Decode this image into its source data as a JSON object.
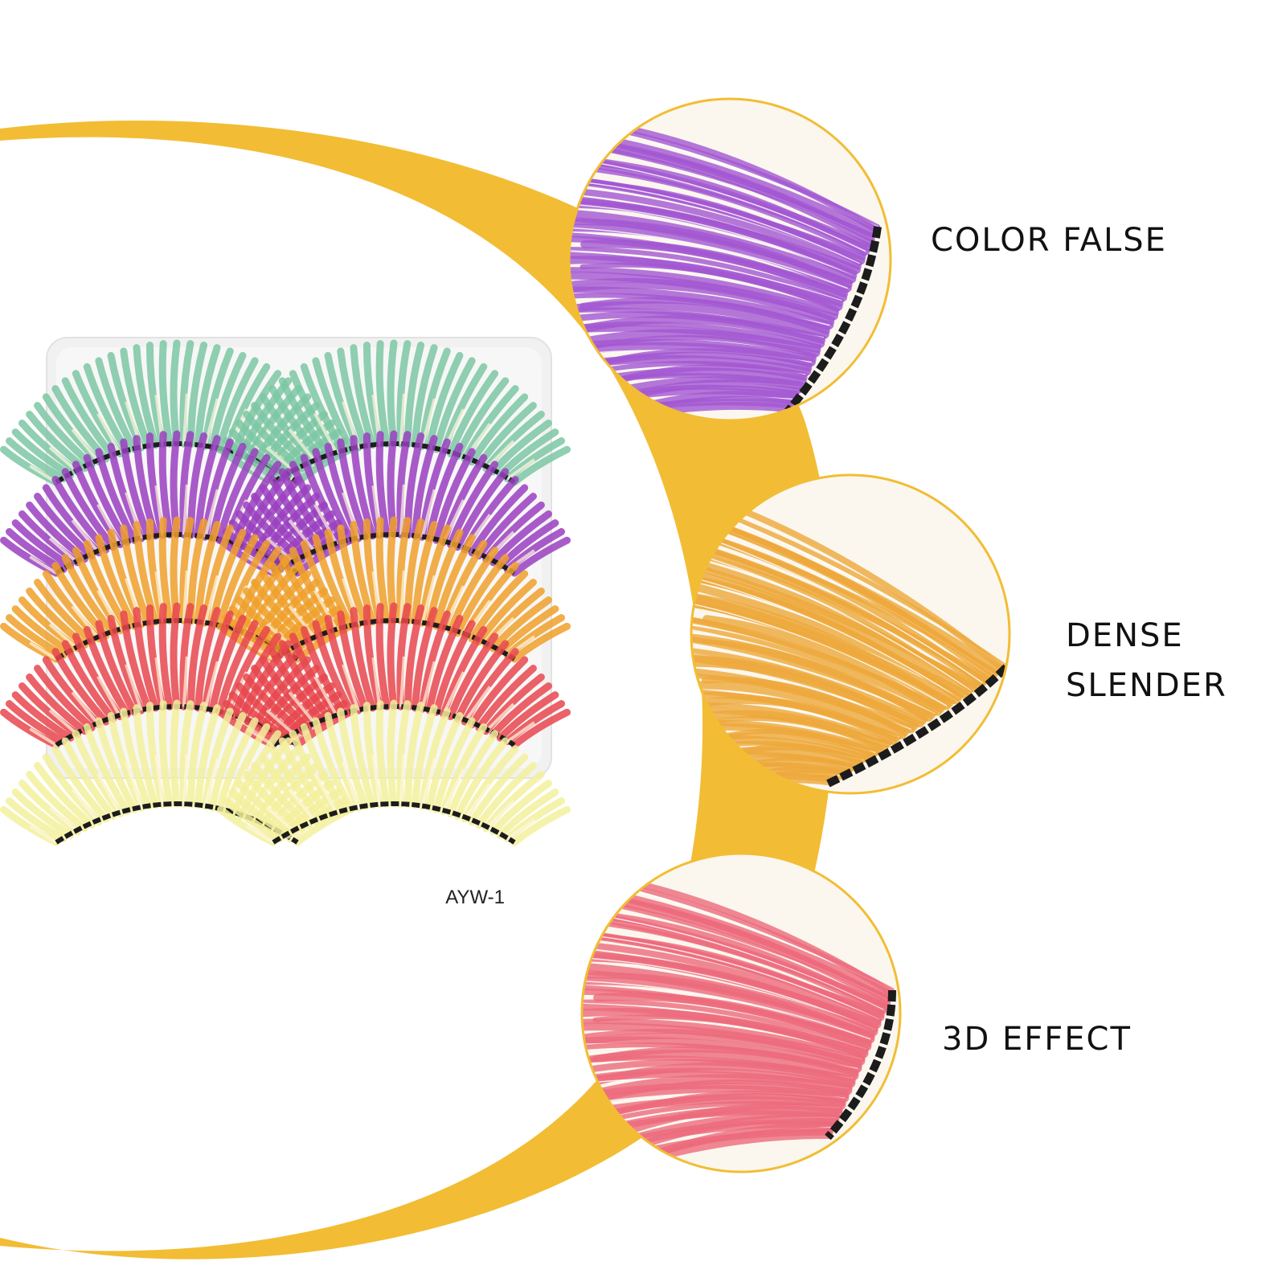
{
  "colors": {
    "accent_yellow": "#F2BD34",
    "background": "#FFFFFF",
    "tray": "#F1F1F1",
    "lash_band": "#1C1C1C",
    "lash_green": "#7CC7A3",
    "lash_purple": "#9A3FC0",
    "lash_orange": "#F0A02A",
    "lash_red": "#E8474E",
    "lash_yellow": "#F3F09E",
    "zoom_purple": "#A256D2",
    "zoom_orange": "#EEA73A",
    "zoom_pink": "#EC6A7C"
  },
  "product": {
    "tray_code": "AYW-1",
    "rows": [
      {
        "color_name": "green"
      },
      {
        "color_name": "purple"
      },
      {
        "color_name": "orange"
      },
      {
        "color_name": "red"
      },
      {
        "color_name": "yellow"
      }
    ]
  },
  "features": [
    {
      "lines": [
        "COLOR FALSE"
      ],
      "zoom_icon": "purple-lash-closeup"
    },
    {
      "lines": [
        "DENSE",
        "SLENDER"
      ],
      "zoom_icon": "orange-lash-closeup"
    },
    {
      "lines": [
        "3D EFFECT"
      ],
      "zoom_icon": "pink-lash-closeup"
    }
  ]
}
